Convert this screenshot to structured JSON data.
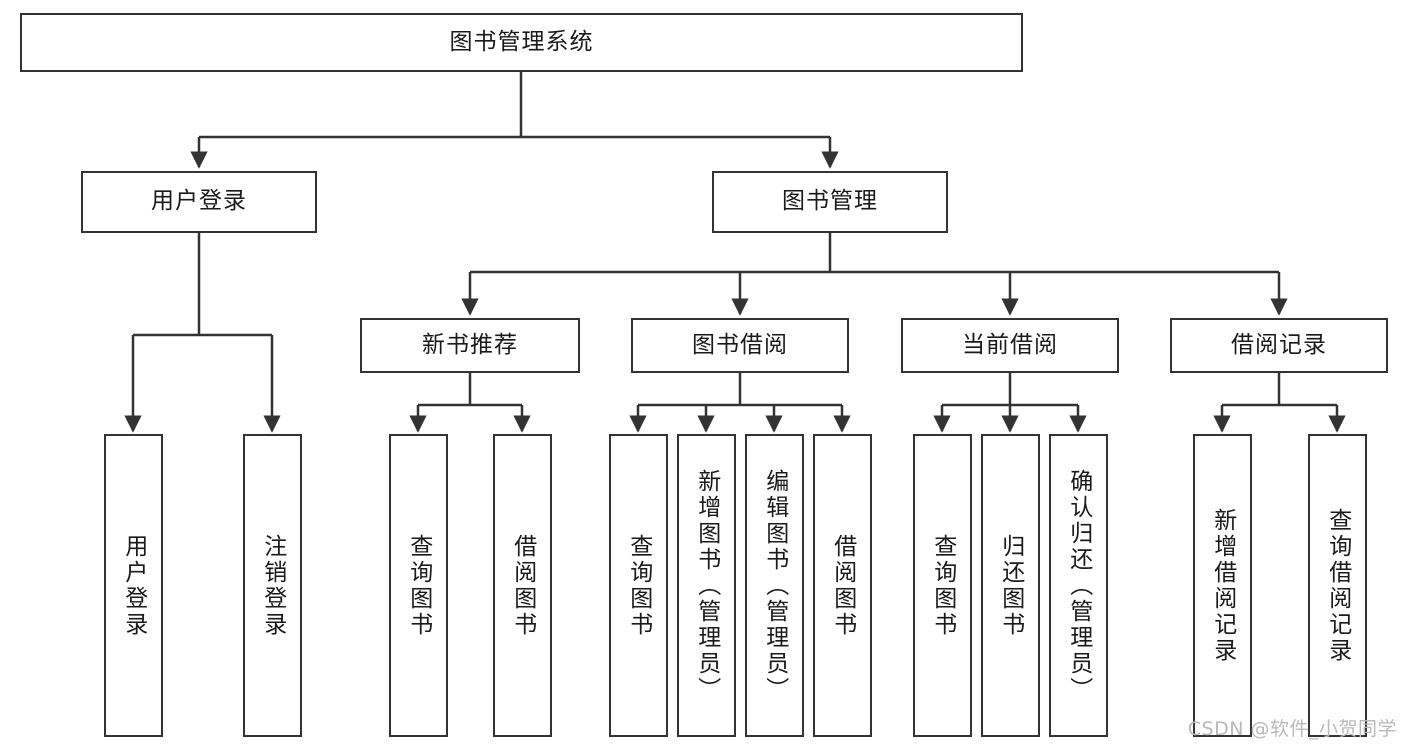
{
  "diagram": {
    "title": "图书管理系统",
    "type": "tree-hierarchy-chart",
    "root": {
      "id": "root",
      "label": "图书管理系统"
    },
    "level2": [
      {
        "id": "user-login",
        "label": "用户登录"
      },
      {
        "id": "book-management",
        "label": "图书管理"
      }
    ],
    "level3": [
      {
        "id": "new-book-recommend",
        "label": "新书推荐",
        "parent": "book-management"
      },
      {
        "id": "book-borrow",
        "label": "图书借阅",
        "parent": "book-management"
      },
      {
        "id": "current-borrow",
        "label": "当前借阅",
        "parent": "book-management"
      },
      {
        "id": "borrow-record",
        "label": "借阅记录",
        "parent": "book-management"
      }
    ],
    "leaves": {
      "user-login": [
        {
          "id": "leaf-user-login",
          "label": "用户登录"
        },
        {
          "id": "leaf-logout-login",
          "label": "注销登录"
        }
      ],
      "new-book-recommend": [
        {
          "id": "leaf-query-book-1",
          "label": "查询图书"
        },
        {
          "id": "leaf-borrow-book-1",
          "label": "借阅图书"
        }
      ],
      "book-borrow": [
        {
          "id": "leaf-query-book-2",
          "label": "查询图书"
        },
        {
          "id": "leaf-add-book",
          "label": "新增图书（管理员）"
        },
        {
          "id": "leaf-edit-book",
          "label": "编辑图书（管理员）"
        },
        {
          "id": "leaf-borrow-book-2",
          "label": "借阅图书"
        }
      ],
      "current-borrow": [
        {
          "id": "leaf-query-book-3",
          "label": "查询图书"
        },
        {
          "id": "leaf-return-book",
          "label": "归还图书"
        },
        {
          "id": "leaf-confirm-return",
          "label": "确认归还（管理员）"
        }
      ],
      "borrow-record": [
        {
          "id": "leaf-add-record",
          "label": "新增借阅记录"
        },
        {
          "id": "leaf-query-record",
          "label": "查询借阅记录"
        }
      ]
    }
  },
  "watermark": {
    "text": "CSDN @软件_小贺同学"
  },
  "colors": {
    "stroke": "#333333",
    "fill": "#ffffff",
    "text": "#1a1a1a",
    "watermark": "#b9b9b9"
  }
}
